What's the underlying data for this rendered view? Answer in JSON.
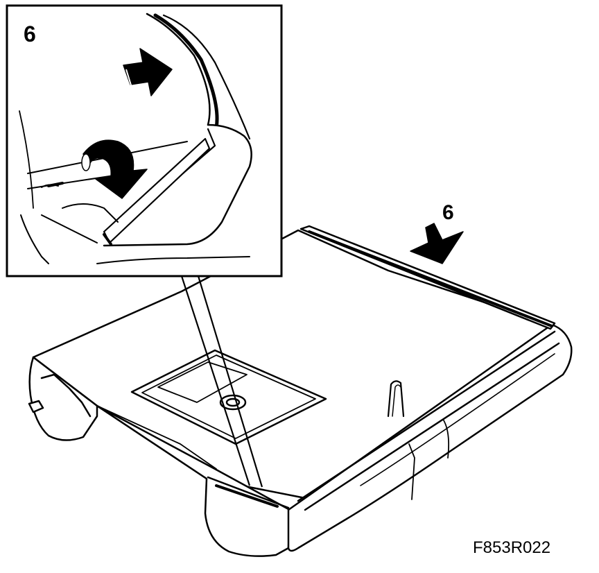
{
  "figure": {
    "inset_step_label": "6",
    "main_step_label": "6",
    "figure_code": "F853R022"
  },
  "colors": {
    "stroke": "#000000",
    "background": "#ffffff"
  }
}
